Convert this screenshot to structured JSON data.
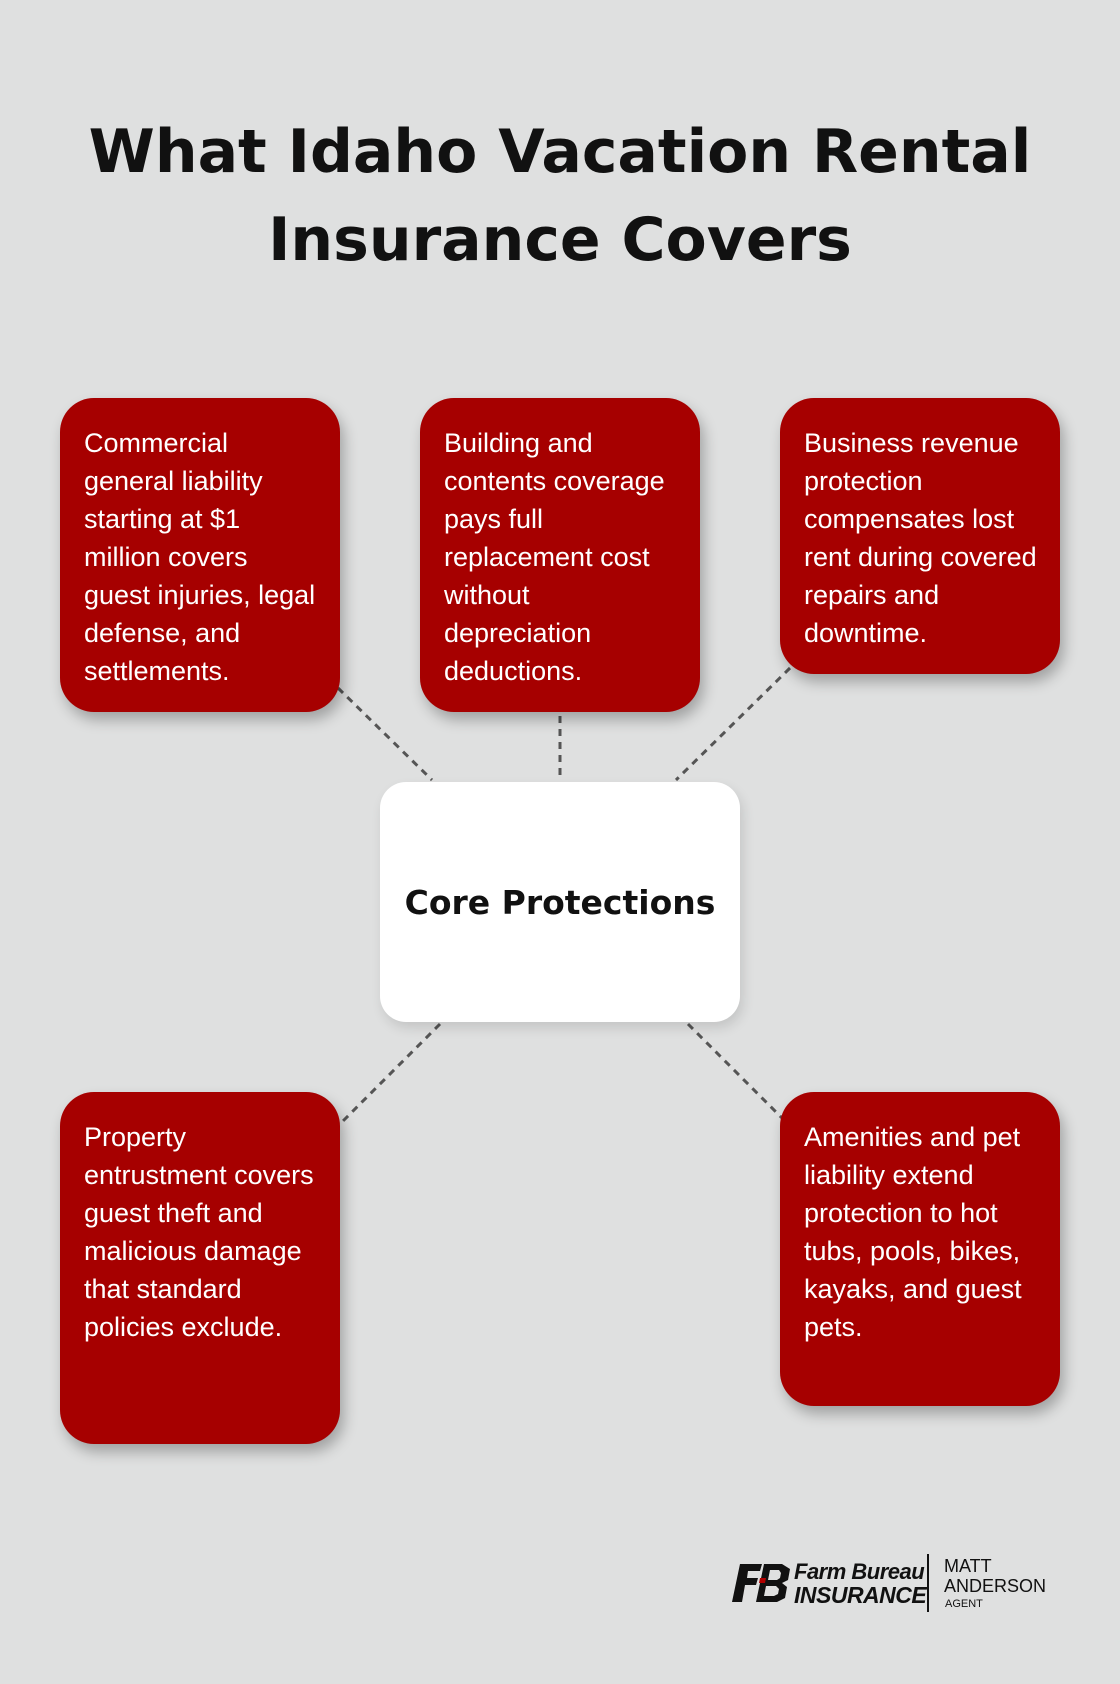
{
  "title": "What Idaho Vacation Rental Insurance Covers",
  "center_node": {
    "label": "Core Protections"
  },
  "cards": [
    {
      "text": "Commercial general liability starting at $1 million covers guest injuries, legal defense, and settlements."
    },
    {
      "text": "Building and contents coverage pays full replacement cost without depreciation deductions."
    },
    {
      "text": "Business revenue protection compensates lost rent during covered repairs and downtime."
    },
    {
      "text": "Property entrustment covers guest theft and malicious damage that standard policies exclude."
    },
    {
      "text": "Amenities and pet liability extend protection to hot tubs, pools, bikes, kayaks, and guest pets."
    }
  ],
  "logo": {
    "brand_line1": "Farm Bureau",
    "brand_line2": "INSURANCE",
    "agent_first": "MATT",
    "agent_last": "ANDERSON",
    "agent_title": "AGENT"
  },
  "colors": {
    "background": "#dfe0e0",
    "card": "#a60000",
    "center": "#ffffff",
    "connector": "#555555"
  }
}
